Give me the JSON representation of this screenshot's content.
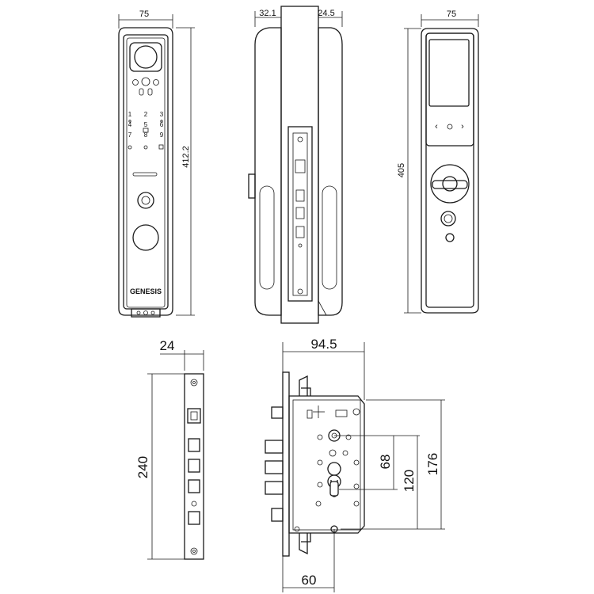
{
  "front_view": {
    "width_label": "75",
    "height_label": "412.2",
    "keypad": [
      "1",
      "2",
      "3",
      "4",
      "5",
      "6",
      "7",
      "8",
      "9"
    ],
    "brand": "GENESIS"
  },
  "side_view": {
    "left_depth_label": "32.1",
    "right_depth_label": "24.5"
  },
  "back_view": {
    "width_label": "75",
    "height_label": "405"
  },
  "faceplate_view": {
    "width_label": "24",
    "height_label": "240"
  },
  "mortise_view": {
    "width_label": "94.5",
    "backset_label": "60",
    "dim_68_label": "68",
    "dim_120_label": "120",
    "dim_176_label": "176"
  }
}
